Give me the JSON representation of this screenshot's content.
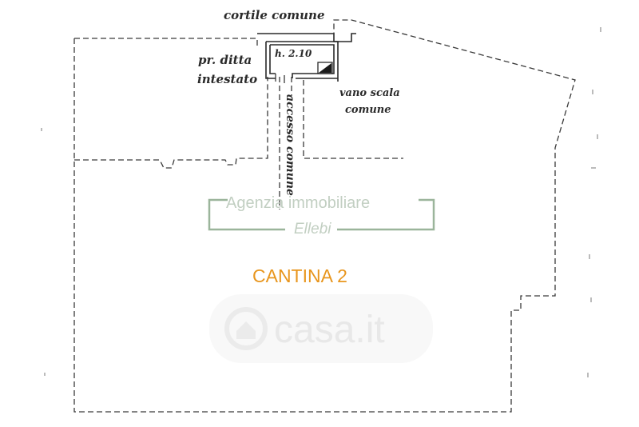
{
  "labels": {
    "cortile": "cortile comune",
    "height": "h. 2.10",
    "pr_ditta_1": "pr. ditta",
    "pr_ditta_2": "intestato",
    "vano_scala_1": "vano scala",
    "vano_scala_2": "comune",
    "accesso": "accesso comune",
    "room": "CANTINA 2"
  },
  "watermarks": {
    "agency_line1": "Agenzia immobiliare",
    "agency_line2": "Ellebi",
    "site": "casa.it"
  },
  "colors": {
    "line": "#3a3a3a",
    "room_label": "#e8961e",
    "agency_frame": "#9bb59b",
    "agency_text": "#c8d4c8",
    "site_text": "#d9d9d9"
  }
}
